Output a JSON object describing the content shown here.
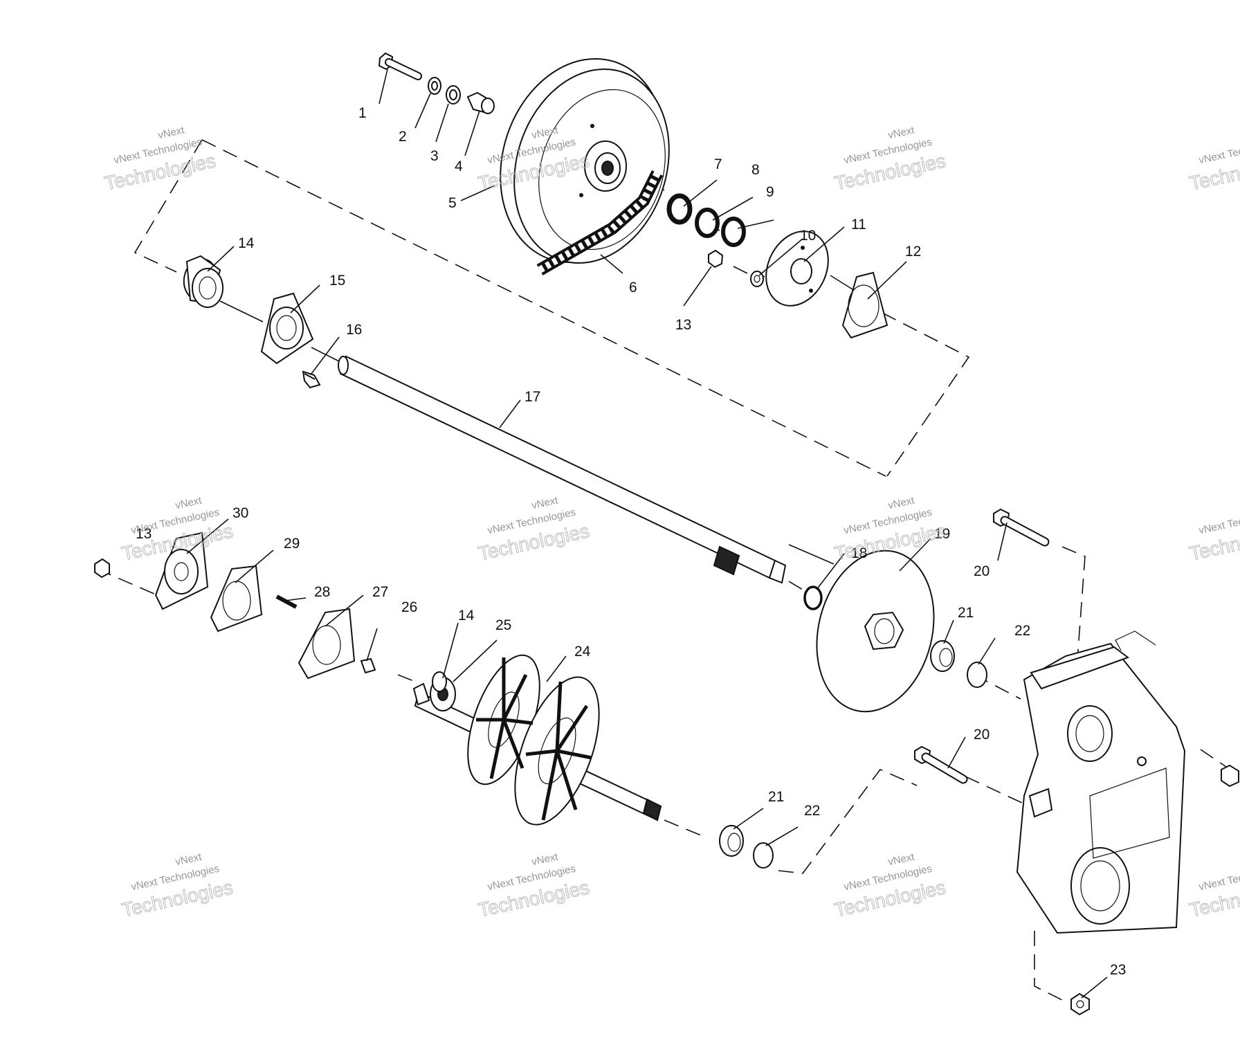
{
  "callouts": {
    "c1": "1",
    "c2": "2",
    "c3": "3",
    "c4": "4",
    "c5": "5",
    "c6": "6",
    "c7": "7",
    "c8": "8",
    "c9": "9",
    "c10": "10",
    "c11": "11",
    "c12": "12",
    "c13a": "13",
    "c13b": "13",
    "c14a": "14",
    "c14b": "14",
    "c15": "15",
    "c16": "16",
    "c17": "17",
    "c18": "18",
    "c19": "19",
    "c20a": "20",
    "c20b": "20",
    "c21a": "21",
    "c21b": "21",
    "c22a": "22",
    "c22b": "22",
    "c23": "23",
    "c24": "24",
    "c25": "25",
    "c26": "26",
    "c27": "27",
    "c28": "28",
    "c29": "29",
    "c30": "30"
  },
  "watermark": {
    "line1": "vNext",
    "line2": "vNext Technologies",
    "line3": "Technologies"
  }
}
